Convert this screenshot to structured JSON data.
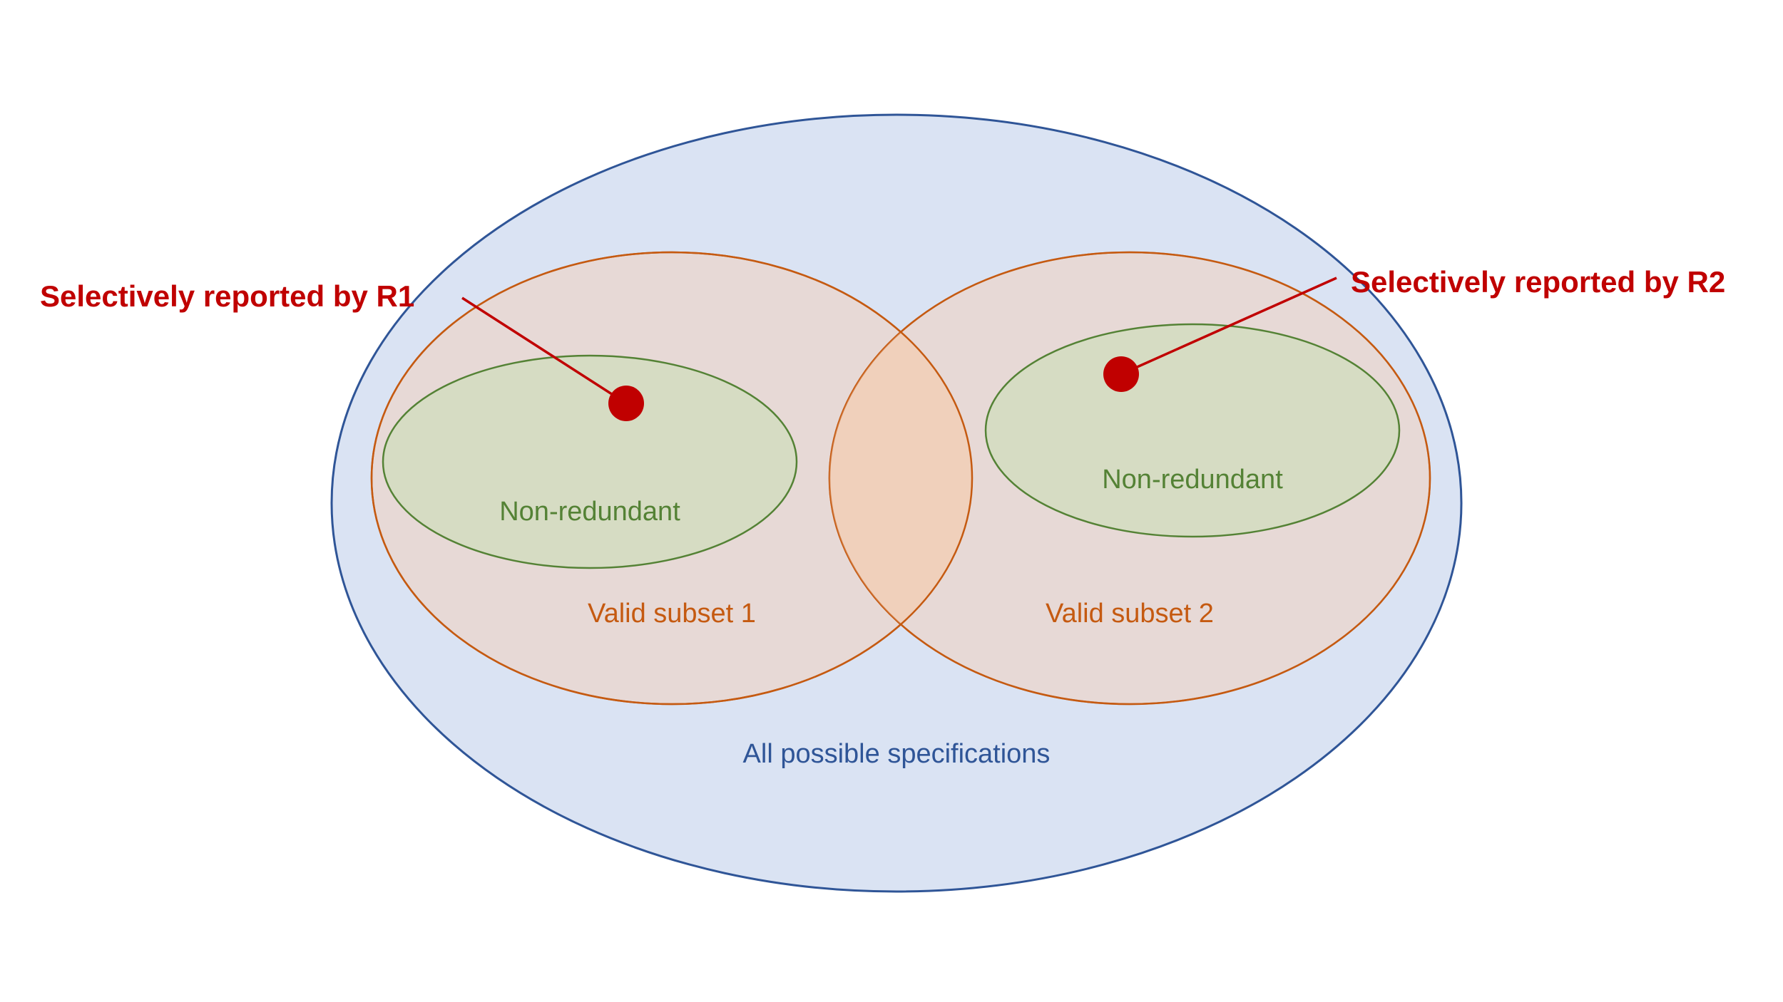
{
  "colors": {
    "universe_fill": "#dae3f3",
    "universe_stroke": "#2f5597",
    "subset_fill": "#e9d7d0",
    "subset_overlap_fill": "#f0d0bb",
    "subset_stroke": "#c55a11",
    "nonredundant_fill": "#d6dcc3",
    "nonredundant_stroke": "#548235",
    "callout": "#c00000",
    "universe_text": "#2f5597",
    "subset_text": "#c55a11",
    "nonredundant_text": "#548235"
  },
  "universe": {
    "label": "All possible specifications"
  },
  "subsets": [
    {
      "label": "Valid subset 1",
      "nonredundant_label": "Non-redundant"
    },
    {
      "label": "Valid subset 2",
      "nonredundant_label": "Non-redundant"
    }
  ],
  "callouts": [
    {
      "label": "Selectively reported by R1"
    },
    {
      "label": "Selectively reported by R2"
    }
  ]
}
